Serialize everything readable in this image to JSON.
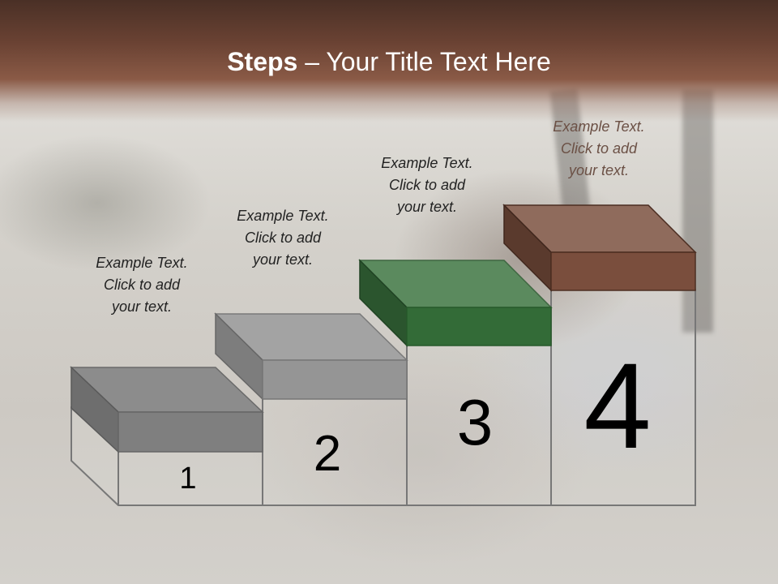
{
  "slide": {
    "title_bold": "Steps",
    "title_rest": " – Your Title Text Here"
  },
  "steps": [
    {
      "number": "1",
      "text": "Example Text.\nClick  to add\nyour text.",
      "color": "#8c8c8c"
    },
    {
      "number": "2",
      "text": "Example Text.\nClick  to add\nyour text.",
      "color": "#a6a6a6"
    },
    {
      "number": "3",
      "text": "Example Text.\nClick  to add\nyour text.",
      "color": "#2f6a34"
    },
    {
      "number": "4",
      "text": "Example Text.\nClick  to add\nyour text.",
      "color": "#7a4e3d"
    }
  ],
  "colors": {
    "title_band": "#6a4233",
    "title_text": "#ffffff",
    "step4_text": "#6b5045"
  }
}
